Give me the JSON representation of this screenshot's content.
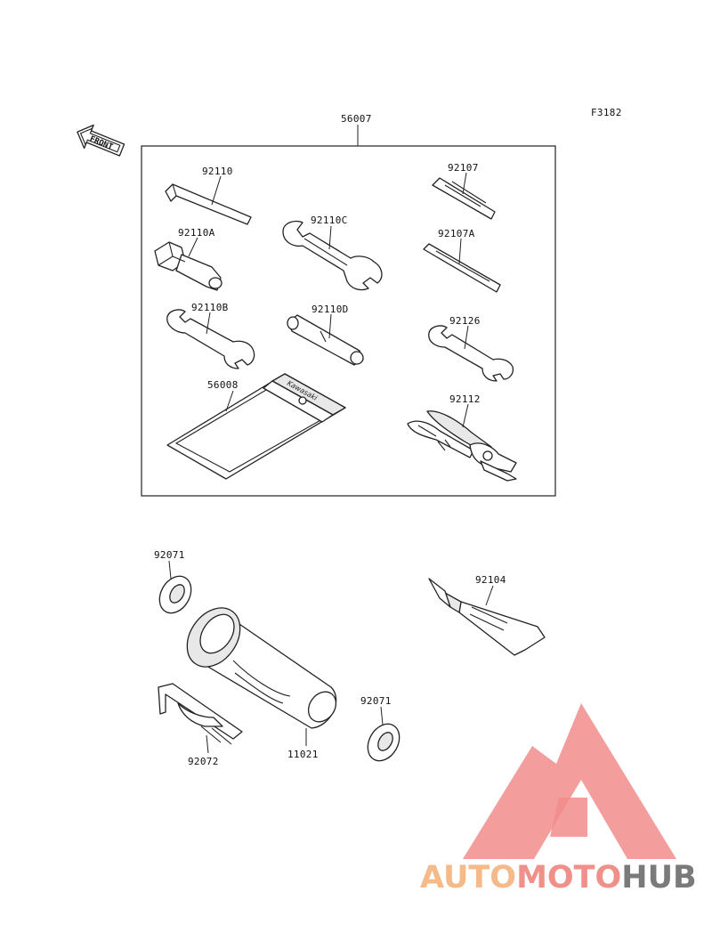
{
  "figure_code": "F3182",
  "front_arrow_text": "FRONT",
  "kit_label": "56007",
  "card_brand": "Kawasaki",
  "parts": {
    "p92110": "92110",
    "p92110A": "92110A",
    "p92110B": "92110B",
    "p92110C": "92110C",
    "p92110D": "92110D",
    "p56008": "56008",
    "p92107": "92107",
    "p92107A": "92107A",
    "p92126": "92126",
    "p92112": "92112",
    "p92071_top": "92071",
    "p92071_bottom": "92071",
    "p92104": "92104",
    "p92072": "92072",
    "p11021": "11021"
  },
  "watermark": {
    "part1": "AUTO",
    "part2": "MOTO",
    "part3": "HUB",
    "color1": "#f6b98a",
    "color2": "#f0908a",
    "color3": "#7a7a7a",
    "logo_color": "#f28c8c"
  }
}
